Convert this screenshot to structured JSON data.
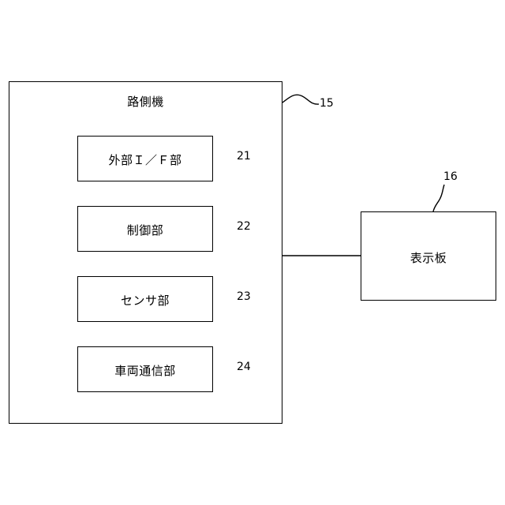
{
  "diagram": {
    "roadside_unit": {
      "label": "路側機",
      "ref": "15"
    },
    "display_board": {
      "label": "表示板",
      "ref": "16"
    },
    "components": [
      {
        "label": "外部Ｉ／Ｆ部",
        "ref": "21"
      },
      {
        "label": "制御部",
        "ref": "22"
      },
      {
        "label": "センサ部",
        "ref": "23"
      },
      {
        "label": "車両通信部",
        "ref": "24"
      }
    ]
  }
}
